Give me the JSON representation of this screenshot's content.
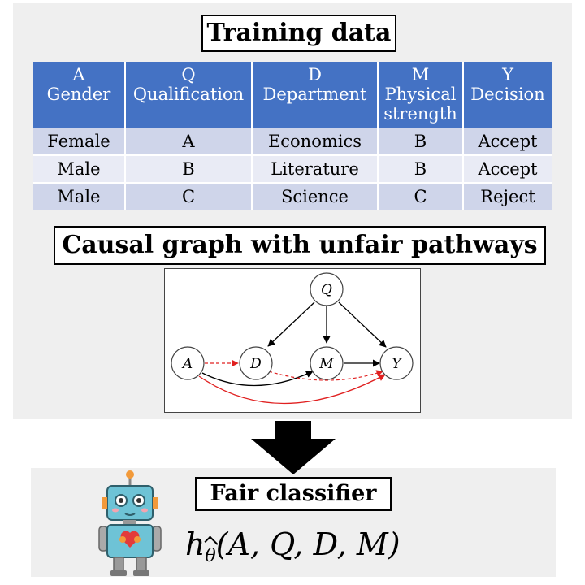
{
  "training": {
    "title": "Training data",
    "columns": [
      {
        "symbol": "A",
        "name": "Gender"
      },
      {
        "symbol": "Q",
        "name": "Qualification"
      },
      {
        "symbol": "D",
        "name": "Department"
      },
      {
        "symbol": "M",
        "name": "Physical strength"
      },
      {
        "symbol": "Y",
        "name": "Decision"
      }
    ],
    "rows": [
      [
        "Female",
        "A",
        "Economics",
        "B",
        "Accept"
      ],
      [
        "Male",
        "B",
        "Literature",
        "B",
        "Accept"
      ],
      [
        "Male",
        "C",
        "Science",
        "C",
        "Reject"
      ]
    ]
  },
  "causal": {
    "title": "Causal graph with unfair pathways",
    "nodes": [
      "Q",
      "A",
      "D",
      "M",
      "Y"
    ]
  },
  "fair": {
    "title": "Fair classifier",
    "formula_h": "h",
    "formula_theta": "θ",
    "formula_args": "(A, Q, D, M)"
  },
  "colors": {
    "header_blue": "#4472c4",
    "unfair_red": "#e02020",
    "panel_gray": "#efefef"
  },
  "icons": [
    "robot-mascot-icon",
    "down-arrow-icon"
  ]
}
